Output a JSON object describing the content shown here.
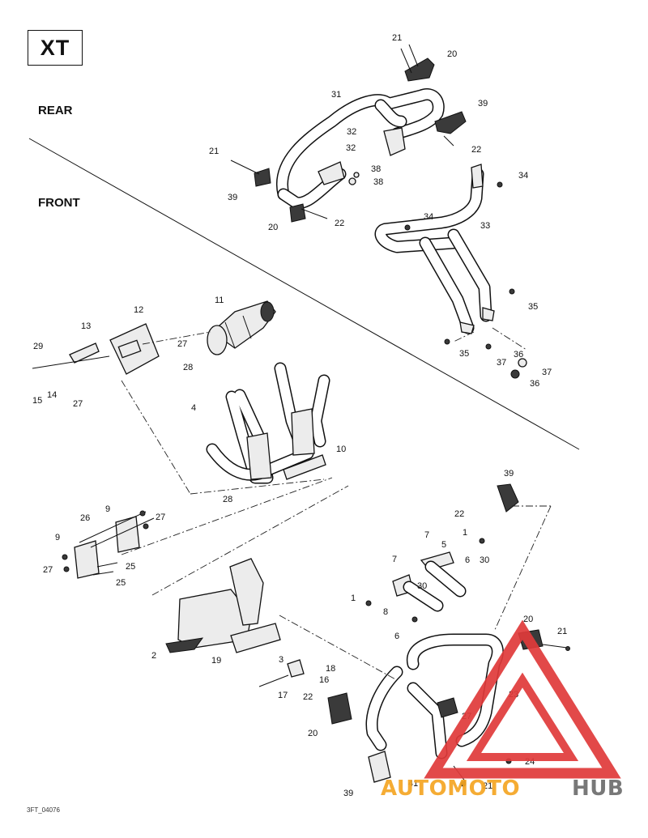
{
  "model_badge": "XT",
  "sections": {
    "rear": "REAR",
    "front": "FRONT"
  },
  "drawing_code": "3FT_04076",
  "watermark": {
    "part1": "AUTOMOTO",
    "part2": "HUB",
    "color_orange": "#f5a623",
    "color_red": "#e03a3a",
    "color_gray": "#6d6d6d"
  },
  "callouts": [
    {
      "id": "c1",
      "label": "21"
    },
    {
      "id": "c2",
      "label": "20"
    },
    {
      "id": "c3",
      "label": "31"
    },
    {
      "id": "c4",
      "label": "39"
    },
    {
      "id": "c5",
      "label": "32"
    },
    {
      "id": "c6",
      "label": "22"
    },
    {
      "id": "c7",
      "label": "21"
    },
    {
      "id": "c8",
      "label": "32"
    },
    {
      "id": "c9",
      "label": "38"
    },
    {
      "id": "c10",
      "label": "38"
    },
    {
      "id": "c11",
      "label": "34"
    },
    {
      "id": "c12",
      "label": "39"
    },
    {
      "id": "c13",
      "label": "20"
    },
    {
      "id": "c14",
      "label": "22"
    },
    {
      "id": "c15",
      "label": "34"
    },
    {
      "id": "c16",
      "label": "33"
    },
    {
      "id": "c17",
      "label": "35"
    },
    {
      "id": "c18",
      "label": "35"
    },
    {
      "id": "c19",
      "label": "37"
    },
    {
      "id": "c20",
      "label": "36"
    },
    {
      "id": "c21",
      "label": "37"
    },
    {
      "id": "c22",
      "label": "36"
    },
    {
      "id": "c23",
      "label": "11"
    },
    {
      "id": "c24",
      "label": "12"
    },
    {
      "id": "c25",
      "label": "13"
    },
    {
      "id": "c26",
      "label": "29"
    },
    {
      "id": "c27",
      "label": "27"
    },
    {
      "id": "c28",
      "label": "28"
    },
    {
      "id": "c29",
      "label": "15"
    },
    {
      "id": "c30",
      "label": "14"
    },
    {
      "id": "c31",
      "label": "27"
    },
    {
      "id": "c32",
      "label": "4"
    },
    {
      "id": "c33",
      "label": "10"
    },
    {
      "id": "c34",
      "label": "28"
    },
    {
      "id": "c35",
      "label": "9"
    },
    {
      "id": "c36",
      "label": "26"
    },
    {
      "id": "c37",
      "label": "27"
    },
    {
      "id": "c38",
      "label": "9"
    },
    {
      "id": "c39",
      "label": "27"
    },
    {
      "id": "c40",
      "label": "25"
    },
    {
      "id": "c41",
      "label": "25"
    },
    {
      "id": "c42",
      "label": "39"
    },
    {
      "id": "c43",
      "label": "22"
    },
    {
      "id": "c44",
      "label": "7"
    },
    {
      "id": "c45",
      "label": "1"
    },
    {
      "id": "c46",
      "label": "5"
    },
    {
      "id": "c47",
      "label": "6"
    },
    {
      "id": "c48",
      "label": "30"
    },
    {
      "id": "c49",
      "label": "7"
    },
    {
      "id": "c50",
      "label": "30"
    },
    {
      "id": "c51",
      "label": "1"
    },
    {
      "id": "c52",
      "label": "8"
    },
    {
      "id": "c53",
      "label": "6"
    },
    {
      "id": "c54",
      "label": "20"
    },
    {
      "id": "c55",
      "label": "21"
    },
    {
      "id": "c56",
      "label": "2"
    },
    {
      "id": "c57",
      "label": "19"
    },
    {
      "id": "c58",
      "label": "3"
    },
    {
      "id": "c59",
      "label": "18"
    },
    {
      "id": "c60",
      "label": "16"
    },
    {
      "id": "c61",
      "label": "17"
    },
    {
      "id": "c62",
      "label": "23"
    },
    {
      "id": "c63",
      "label": "22"
    },
    {
      "id": "c64",
      "label": "27"
    },
    {
      "id": "c65",
      "label": "20"
    },
    {
      "id": "c66",
      "label": "24"
    },
    {
      "id": "c67",
      "label": "39"
    },
    {
      "id": "c68",
      "label": "41"
    },
    {
      "id": "c69",
      "label": "21"
    }
  ]
}
